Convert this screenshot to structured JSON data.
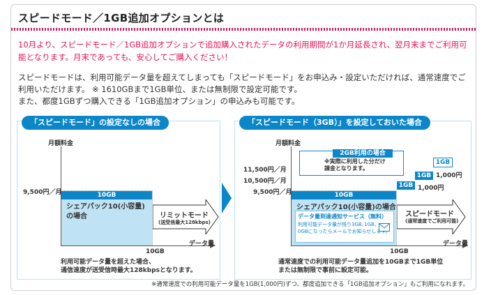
{
  "title": "スピードモード／1GB追加オプションとは",
  "lead": "10月より、スピードモード／1GB追加オプションで追加購入されたデータの利用期間が1か月延長され、翌月末までご利用可能となります。月末であっても、安心してご購入ください！",
  "body_line1": "スピードモードは、利用可能データ量を超えてしまっても「スピードモード」をお申込み・設定いただければ、通常速度でご利用いただけます。 ※ 1610GBまで1GB単位、または無制限で設定可能です。",
  "body_line2": "また、都度1GBずつ購入できる「1GB追加オプション」の申込みも可能です。",
  "left": {
    "header": "「スピードモード」の設定なしの場合",
    "y_label": "月額料金",
    "price": "9,500円／月",
    "band": "10GB",
    "plan": "シェアパック10(小容量)\nの場合",
    "limit_title": "リミットモード",
    "limit_sub": "(送受信最大128kbps)",
    "x_tick": "10GB",
    "x_label": "データ量",
    "caption": "利用可能データ量を超えた場合、\n通信速度が送受信時最大128kbpsとなります。"
  },
  "right": {
    "header": "「スピードモード（3GB）」を設定しておいた場合",
    "y_label": "月額料金",
    "price1": "11,500円／月",
    "price2": "10,500円／月",
    "price3": "9,500円／月",
    "callout_title": "2GB利用の場合",
    "callout_text": "※実際に利用した分だけ\n課金となります。",
    "step1": "1GB",
    "step2": "1GB",
    "step3": "1GB",
    "step_price2": "1,000円",
    "step_price1": "1,000円",
    "band": "10GB",
    "plan": "シェアパック10(小容量)の場合",
    "notice_title": "データ量到達通知サービス（無料）",
    "notice_text": "利用可能データ量が残り3GB､1GB､\n0GBになったらメールでお知らせします。",
    "speed_title": "スピードモード",
    "speed_sub": "(通常速度でご利用可能)",
    "x_tick": "10GB",
    "x_label": "データ量",
    "caption": "通常速度での利用可能データ量追加を10GBまで1GB単位\nまたは無制限で事前に設定可能。"
  },
  "footnote": "※通常速度での利用可能データ量を1GB(1,000円)ずつ、都度追加できる「1GB追加オプション」もご利用になれます。"
}
